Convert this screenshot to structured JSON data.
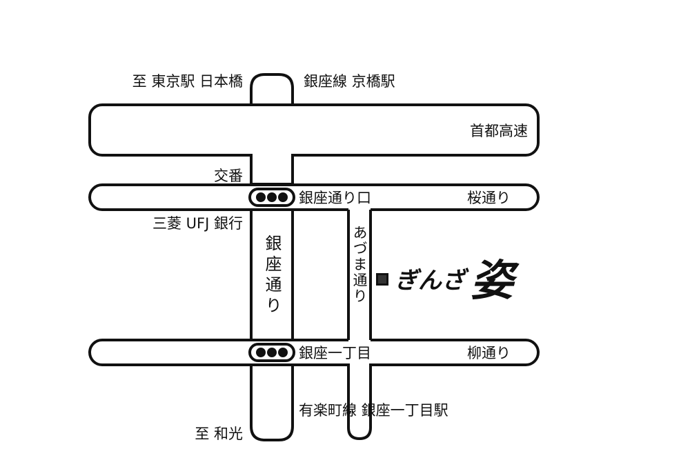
{
  "colors": {
    "line": "#111111",
    "background": "#ffffff",
    "signal": "#111111"
  },
  "labels": {
    "to_tokyo": "至 東京駅 日本橋",
    "ginza_line": "銀座線 京橋駅",
    "expressway": "首都高速",
    "koban": "交番",
    "ginza_dori_entrance": "銀座通り口",
    "sakura_dori": "桜通り",
    "mitsubishi": "三菱 UFJ 銀行",
    "ginza_dori": "銀座通り",
    "azuma_dori": "あづま通り",
    "ginza_1chome": "銀座一丁目",
    "yanagi_dori": "柳通り",
    "yurakucho_line": "有楽町線 銀座一丁目駅",
    "to_wako": "至 和光"
  },
  "shop": {
    "name_kana": "ぎんざ",
    "name_kanji": "姿",
    "marker_icon": "square-marker-icon"
  },
  "icons": {
    "signal_icon": "traffic-signal-icon"
  }
}
